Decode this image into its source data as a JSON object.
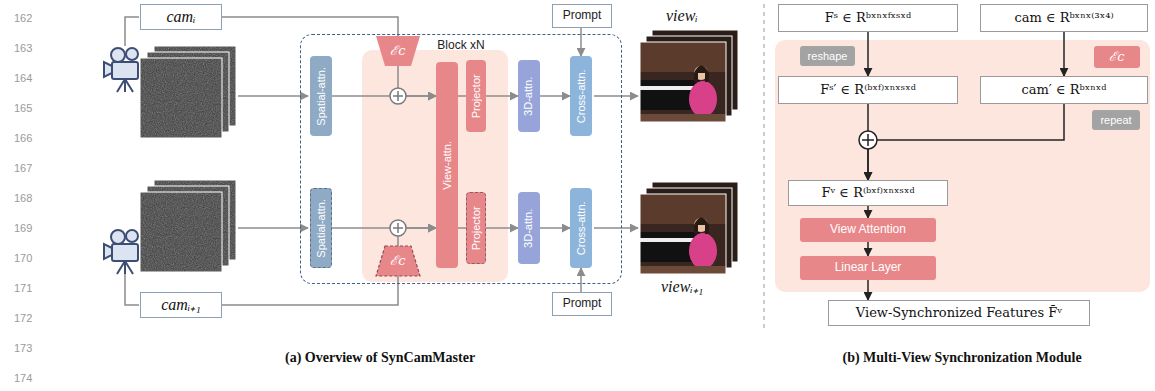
{
  "diagram": {
    "nodes": [
      {
        "text": [
          "camᵢ"
        ]
      },
      {
        "text": [
          "Prompt"
        ]
      },
      {
        "text": [
          "Block xN"
        ]
      },
      {
        "text": [
          "Spatial-attn."
        ],
        "in": 2
      },
      {
        "text": [
          "ℰc"
        ],
        "in": 2
      },
      {
        "text": [
          "View-attn."
        ],
        "in": 2
      },
      {
        "text": [
          "Projector"
        ],
        "in": 2
      },
      {
        "text": [
          "3D-attn."
        ],
        "in": 2
      },
      {
        "text": [
          "Cross-attn."
        ],
        "in": 2
      },
      {
        "text": [
          "Spatial-attn."
        ],
        "in": 2
      },
      {
        "text": [
          "ℰc"
        ],
        "in": 2
      },
      {
        "text": [
          "Projector"
        ],
        "in": 2
      },
      {
        "text": [
          "3D-attn."
        ],
        "in": 2
      },
      {
        "text": [
          "Cross-attn."
        ],
        "in": 2
      },
      {
        "text": [
          "camᵢ₊₁"
        ]
      },
      {
        "text": [
          "Prompt"
        ]
      },
      {
        "text": [
          "Fˢ ∈ Rᵇˣⁿˣᶠˣˢˣᵈ"
        ]
      },
      {
        "text": [
          "cam ∈ Rᵇˣⁿˣ⁽³ˣ⁴⁾"
        ]
      },
      {
        "text": [
          "reshape"
        ]
      },
      {
        "text": [
          "ℰc"
        ]
      },
      {
        "text": [
          "Fˢ′ ∈ R⁽ᵇˣᶠ⁾ˣⁿˣˢˣᵈ"
        ]
      },
      {
        "text": [
          "cam′ ∈ Rᵇˣⁿˣᵈ"
        ]
      },
      {
        "text": [
          "repeat"
        ]
      },
      {
        "text": [
          "Fᵛ ∈ R⁽ᵇˣᶠ⁾ˣⁿˣˢˣᵈ"
        ]
      },
      {
        "text": [
          "View Attention"
        ]
      },
      {
        "text": [
          "Linear Layer"
        ]
      },
      {
        "text": [
          "View-Synchronized Features F̄ᵛ"
        ]
      }
    ],
    "edges": [
      {
        "from": 0,
        "to": 4,
        "arrow": "none"
      },
      {
        "from": 3,
        "to": 5,
        "arrow": "to"
      },
      {
        "from": 4,
        "to": 5,
        "arrow": "to"
      },
      {
        "from": 5,
        "to": 6,
        "arrow": "none"
      },
      {
        "from": 6,
        "to": 7,
        "arrow": "to"
      },
      {
        "from": 7,
        "to": 8,
        "arrow": "to"
      },
      {
        "from": 1,
        "to": 8,
        "arrow": "to"
      },
      {
        "from": 14,
        "to": 10,
        "arrow": "none"
      },
      {
        "from": 9,
        "to": 5,
        "arrow": "to"
      },
      {
        "from": 10,
        "to": 5,
        "arrow": "to"
      },
      {
        "from": 5,
        "to": 11,
        "arrow": "none"
      },
      {
        "from": 11,
        "to": 12,
        "arrow": "to"
      },
      {
        "from": 12,
        "to": 13,
        "arrow": "to"
      },
      {
        "from": 15,
        "to": 13,
        "arrow": "to"
      },
      {
        "from": 16,
        "to": 20,
        "arrow": "to"
      },
      {
        "from": 17,
        "to": 21,
        "arrow": "to"
      },
      {
        "from": 20,
        "to": 23,
        "arrow": "to"
      },
      {
        "from": 21,
        "to": 23,
        "arrow": "to"
      },
      {
        "from": 23,
        "to": 24,
        "arrow": "to"
      },
      {
        "from": 24,
        "to": 25,
        "arrow": "to"
      },
      {
        "from": 25,
        "to": 26,
        "arrow": "to"
      }
    ],
    "labels": [
      "162",
      "163",
      "164",
      "165",
      "166",
      "167",
      "168",
      "169",
      "170",
      "171",
      "172",
      "173",
      "174",
      "viewᵢ",
      "viewᵢ₊₁",
      "(a) Overview of SynCamMaster",
      "(b) Multi-View Synchronization Module"
    ]
  }
}
